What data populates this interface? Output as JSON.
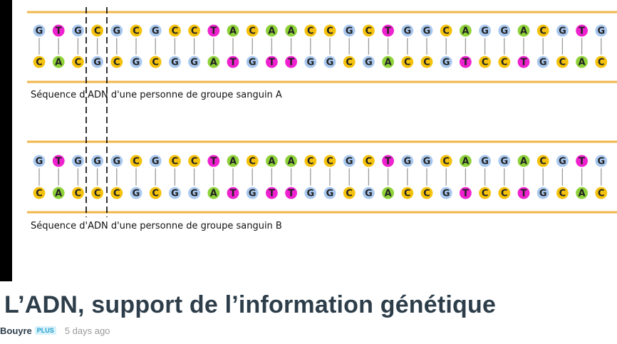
{
  "figure": {
    "colors": {
      "G": "#a9c8ef",
      "C": "#f4c20d",
      "A": "#8fd23a",
      "T": "#ee22ce",
      "strand": "#f0b64a",
      "rung": "#9a9a9a",
      "marker": "#000000"
    },
    "sequence_a": {
      "caption": "Séquence d'ADN d'une personne de groupe sanguin A",
      "top": "GTGCGCGCCTACAACCGCTGGCAGGACGTG",
      "bottom": "CACGCGCGGATGTTGGCGACCGTCCTGCAC"
    },
    "sequence_b": {
      "caption": "Séquence d'ADN d'une personne de groupe sanguin B",
      "top": "GTGGGCGCCTACAACCGCTGGCAGGACGTG",
      "bottom": "CACCCGCGGATGTTGGCGACCGTCCTGCAC"
    }
  },
  "article": {
    "title": "L’ADN, support de l’information génétique",
    "author": "Bouyre",
    "badge": "PLUS",
    "posted": "5 days ago"
  }
}
